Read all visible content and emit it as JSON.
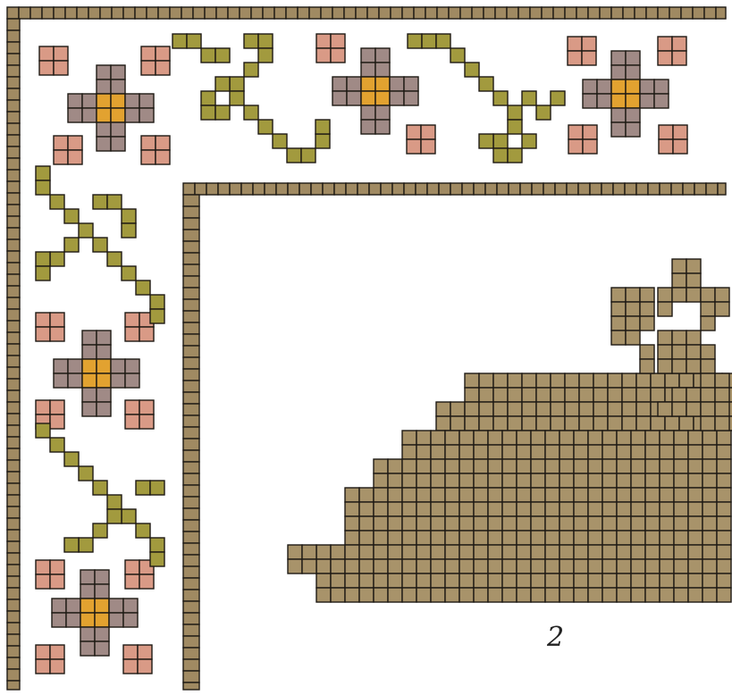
{
  "page_number": "2",
  "colors": {
    "frame_brown": "#a08a62",
    "olive_motif": "#a29a3e",
    "pink_square": "#d99a86",
    "cross_gray": "#a08a86",
    "flower_center": "#e2a230",
    "filled_area": "#a8936a",
    "grid_line": "#1e1a14",
    "paper": "#ffffff"
  },
  "icons": [
    "cross-flower-motif",
    "zigzag-vine-motif",
    "pink-square-motif"
  ]
}
